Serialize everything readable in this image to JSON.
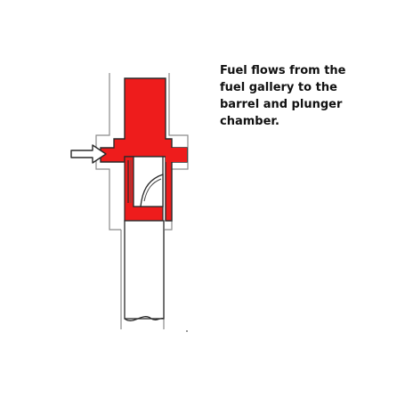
{
  "caption": {
    "lines": [
      "Fuel flows from the",
      "fuel gallery to the",
      "barrel and plunger",
      "chamber."
    ]
  },
  "colors": {
    "fuel": "#ee1c1c",
    "outline": "#2a2a2a",
    "background": "#ffffff"
  },
  "icons": {
    "flow_arrow": "arrow-right-icon"
  }
}
